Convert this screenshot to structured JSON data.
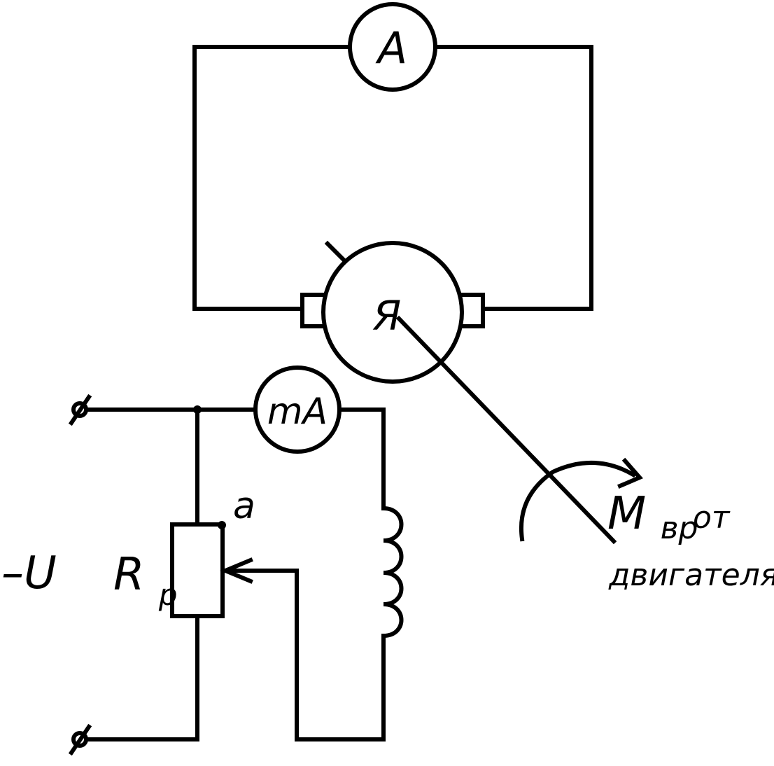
{
  "diagram": {
    "ammeter": {
      "label": "A"
    },
    "milliammeter": {
      "label": "mA"
    },
    "armature": {
      "label": "Я"
    },
    "rheostat": {
      "label": "R",
      "subscript": "p"
    },
    "point_a": {
      "label": "a"
    },
    "voltage": {
      "label": "–U"
    },
    "torque": {
      "label": "M",
      "subscript": "вр",
      "suffix": "от",
      "line2": "двигателя"
    }
  }
}
